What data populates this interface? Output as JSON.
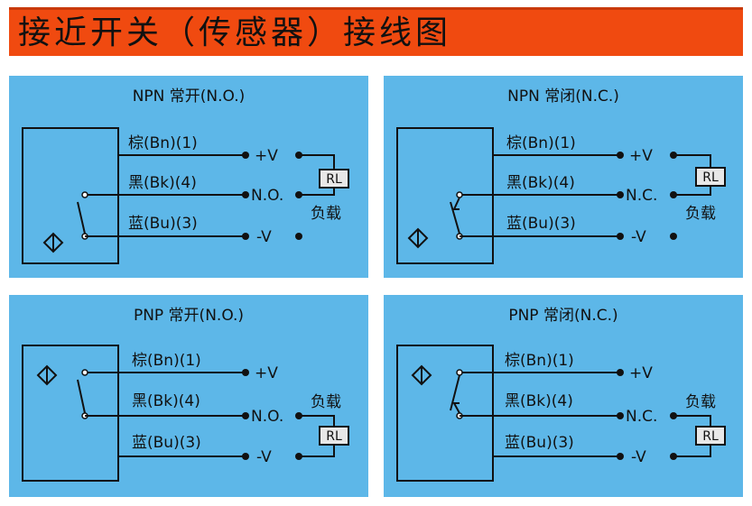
{
  "banner": {
    "title": "接近开关（传感器）接线图"
  },
  "panels": [
    {
      "title": "NPN 常开(N.O.)",
      "wires": [
        "棕(Bn)(1)",
        "黑(Bk)(4)",
        "蓝(Bu)(3)"
      ],
      "terminals": [
        "+V",
        "N.O.",
        "-V"
      ],
      "load_label": "负载",
      "resistor_label": "RL"
    },
    {
      "title": "NPN 常闭(N.C.)",
      "wires": [
        "棕(Bn)(1)",
        "黑(Bk)(4)",
        "蓝(Bu)(3)"
      ],
      "terminals": [
        "+V",
        "N.C.",
        "-V"
      ],
      "load_label": "负载",
      "resistor_label": "RL"
    },
    {
      "title": "PNP 常开(N.O.)",
      "wires": [
        "棕(Bn)(1)",
        "黑(Bk)(4)",
        "蓝(Bu)(3)"
      ],
      "terminals": [
        "+V",
        "N.O.",
        "-V"
      ],
      "load_label": "负载",
      "resistor_label": "RL"
    },
    {
      "title": "PNP 常闭(N.C.)",
      "wires": [
        "棕(Bn)(1)",
        "黑(Bk)(4)",
        "蓝(Bu)(3)"
      ],
      "terminals": [
        "+V",
        "N.C.",
        "-V"
      ],
      "load_label": "负载",
      "resistor_label": "RL"
    }
  ],
  "colors": {
    "banner": "#f04a10",
    "panel": "#5db7e8",
    "line": "#111111",
    "resistor_fill": "#e8e8e8"
  },
  "icons": {
    "sensor": "proximity-sensor-icon",
    "switch": "switch-contact-icon"
  }
}
